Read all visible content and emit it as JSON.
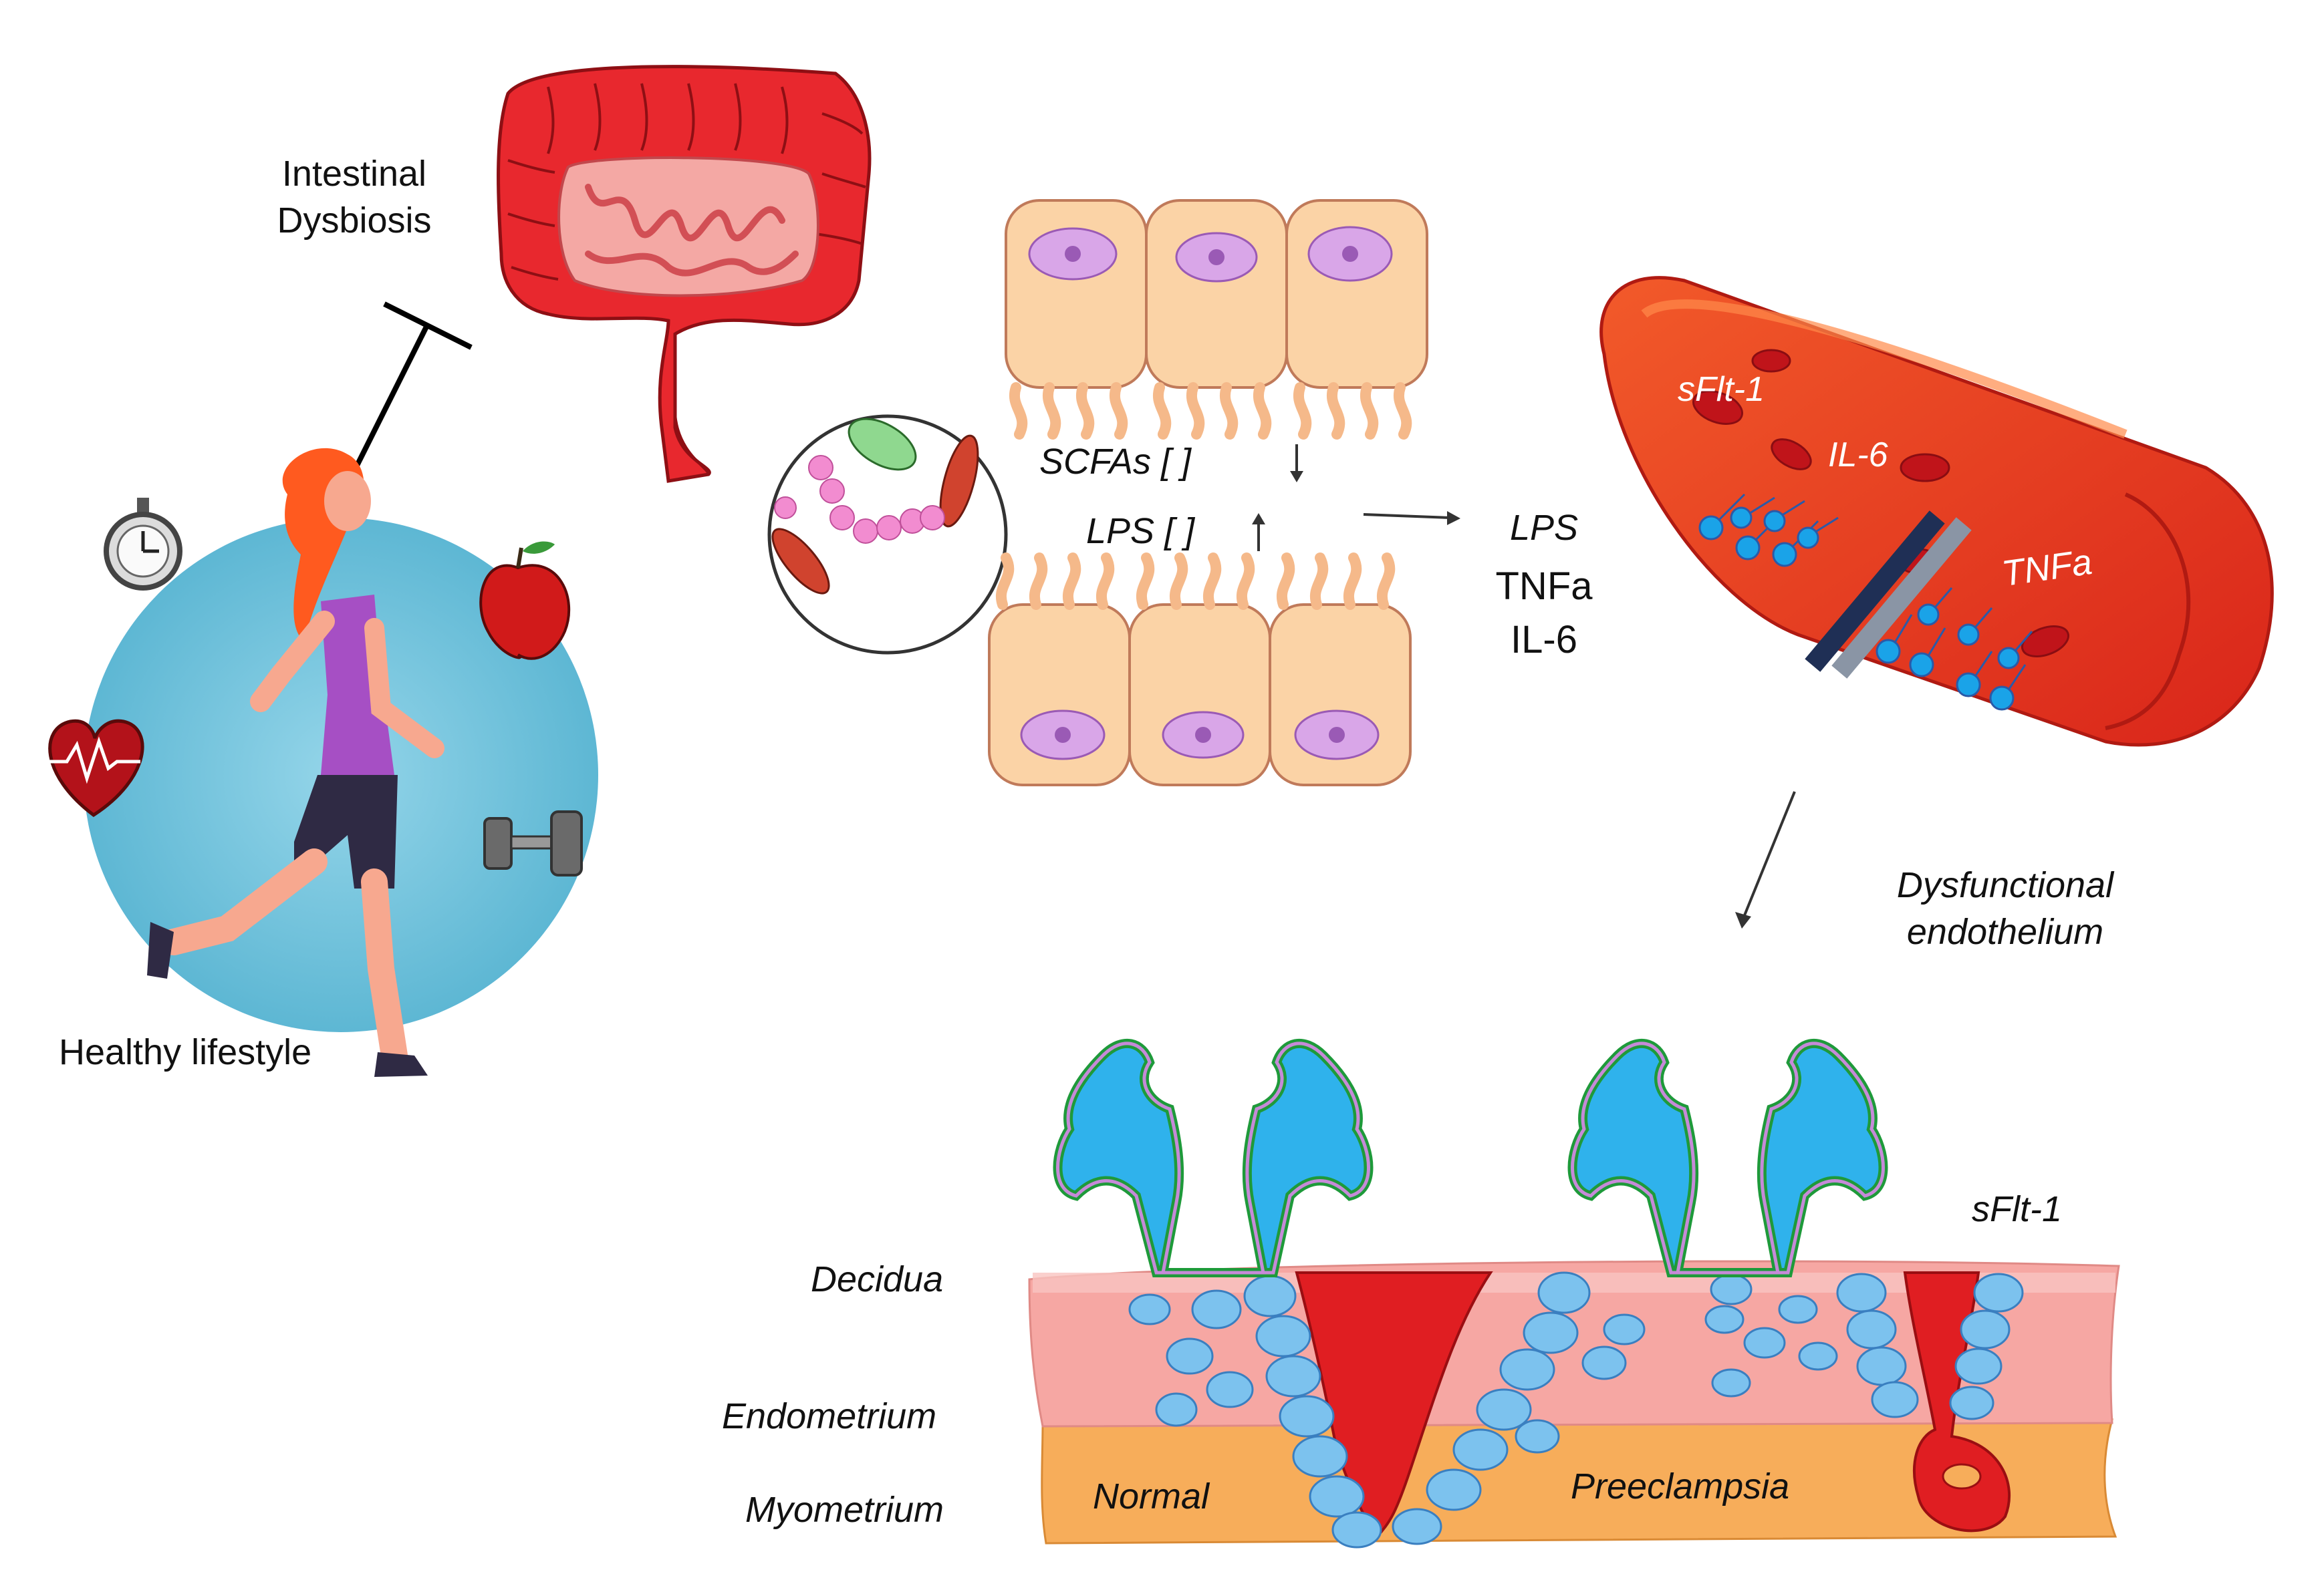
{
  "labels": {
    "intestinal_dysbiosis_line1": "Intestinal",
    "intestinal_dysbiosis_line2": "Dysbiosis",
    "healthy_lifestyle": "Healthy lifestyle",
    "scfas": "SCFAs [  ]",
    "lps_gut": "LPS [  ]",
    "lps_blood": "LPS",
    "tnfa_blood": "TNFa",
    "il6_blood": "IL-6",
    "vessel_sflt1": "sFlt-1",
    "vessel_il6": "IL-6",
    "vessel_tnfa": "TNFa",
    "dysfunctional_line1": "Dysfunctional",
    "dysfunctional_line2": "endothelium",
    "placenta_sflt1": "sFlt-1",
    "decidua": "Decidua",
    "endometrium": "Endometrium",
    "myometrium": "Myometrium",
    "normal": "Normal",
    "preeclampsia": "Preeclampsia"
  },
  "colors": {
    "gut_red": "#e8282e",
    "gut_dark": "#b3121a",
    "cell_fill": "#fbd3a6",
    "cell_nucleus": "#d9a6e8",
    "blood_vessel": "#e8381f",
    "receptor_blue": "#1aa3e8",
    "lifestyle_circle": "#6ec3dc",
    "decidua_pink": "#f6a7a3",
    "myometrium_orange": "#f7ad5a",
    "trophoblast_blue": "#7cc2ee",
    "villus_blue": "#2fb2ec"
  },
  "icons": [
    "stopwatch-icon",
    "apple-icon",
    "heart-icon",
    "dumbbell-icon",
    "runner-icon",
    "bacteria-icon"
  ]
}
